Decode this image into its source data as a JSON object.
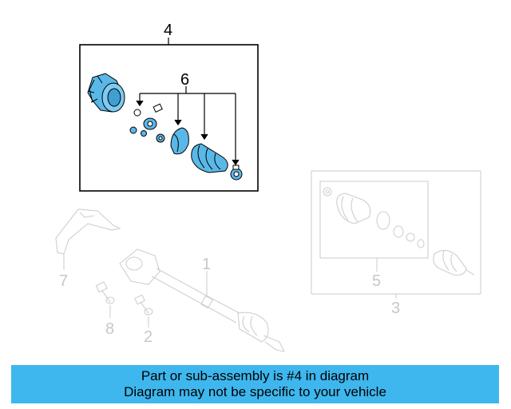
{
  "diagram": {
    "callouts": {
      "c4": "4",
      "c6": "6",
      "c1": "1",
      "c2": "2",
      "c3": "3",
      "c5": "5",
      "c7": "7",
      "c8": "8"
    },
    "highlight_color": "#5ab8e8",
    "ghost_color": "#cfcfcf"
  },
  "banner": {
    "line1": "Part or sub-assembly is #4 in diagram",
    "line2": "Diagram may not be specific to your vehicle",
    "background": "#3eb7ee"
  }
}
